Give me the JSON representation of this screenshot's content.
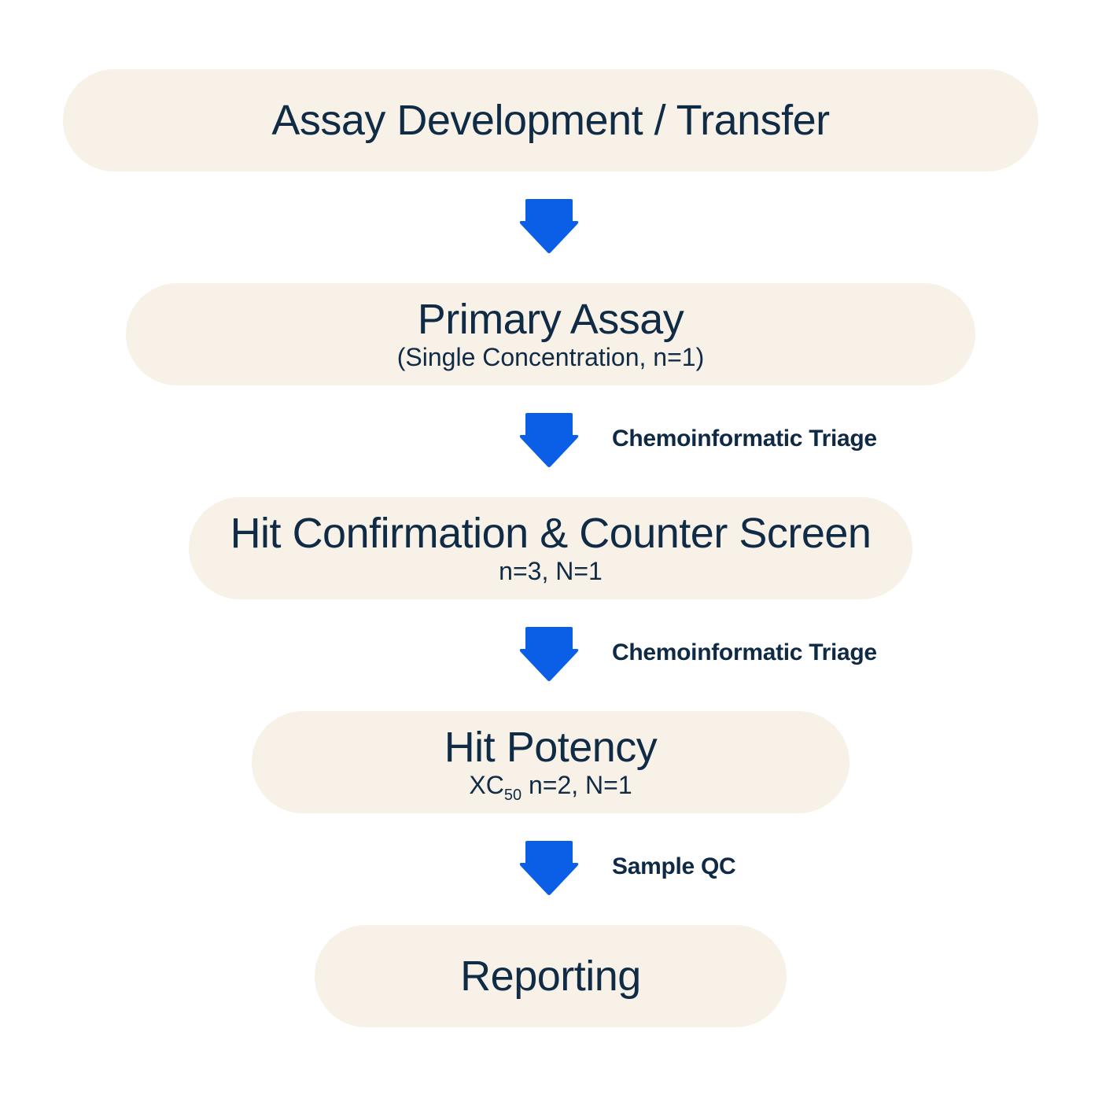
{
  "colors": {
    "pill_fill": "#f7f1e7",
    "text": "#102b45",
    "arrow": "#0b5fe6"
  },
  "arrow_icon": "down-arrow-icon",
  "stages": [
    {
      "title": "Assay Development / Transfer"
    },
    {
      "title": "Primary Assay",
      "subtitle": "(Single Concentration, n=1)"
    },
    {
      "title": "Hit Confirmation & Counter Screen",
      "subtitle": "n=3, N=1"
    },
    {
      "title": "Hit Potency",
      "subtitle_prefix": "XC",
      "subtitle_subscript": "50",
      "subtitle_suffix": " n=2, N=1"
    },
    {
      "title": "Reporting"
    }
  ],
  "transitions": [
    {
      "label": ""
    },
    {
      "label": "Chemoinformatic Triage"
    },
    {
      "label": "Chemoinformatic Triage"
    },
    {
      "label": "Sample QC"
    }
  ]
}
